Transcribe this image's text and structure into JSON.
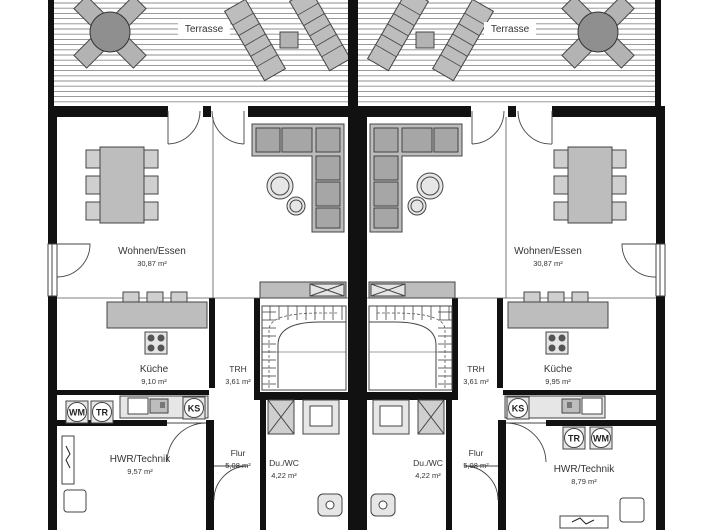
{
  "colors": {
    "wall": "#111111",
    "furniture": "#a6a6a6",
    "furniture_light": "#cfcfcf",
    "deck_line": "#8c8c8c",
    "line": "#444444"
  },
  "left_unit": {
    "terrace": "Terrasse",
    "living": {
      "name": "Wohnen/Essen",
      "area": "30,87 m²"
    },
    "kitchen": {
      "name": "Küche",
      "area": "9,10 m²"
    },
    "stair_hall": {
      "name": "TRH",
      "area": "3,61 m²"
    },
    "utility": {
      "name": "HWR/Technik",
      "area": "9,57 m²"
    },
    "hall": {
      "name": "Flur",
      "area": "5,08 m²"
    },
    "bath": {
      "name": "Du./WC",
      "area": "4,22 m²"
    },
    "badges": {
      "washer": "WM",
      "dryer": "TR",
      "fridge": "KS"
    }
  },
  "right_unit": {
    "terrace": "Terrasse",
    "living": {
      "name": "Wohnen/Essen",
      "area": "30,87 m²"
    },
    "kitchen": {
      "name": "Küche",
      "area": "9,95 m²"
    },
    "stair_hall": {
      "name": "TRH",
      "area": "3,61 m²"
    },
    "utility": {
      "name": "HWR/Technik",
      "area": "8,79 m²"
    },
    "hall": {
      "name": "Flur",
      "area": "5,08 m²"
    },
    "bath": {
      "name": "Du./WC",
      "area": "4,22 m²"
    },
    "badges": {
      "washer": "WM",
      "dryer": "TR",
      "fridge": "KS"
    }
  }
}
